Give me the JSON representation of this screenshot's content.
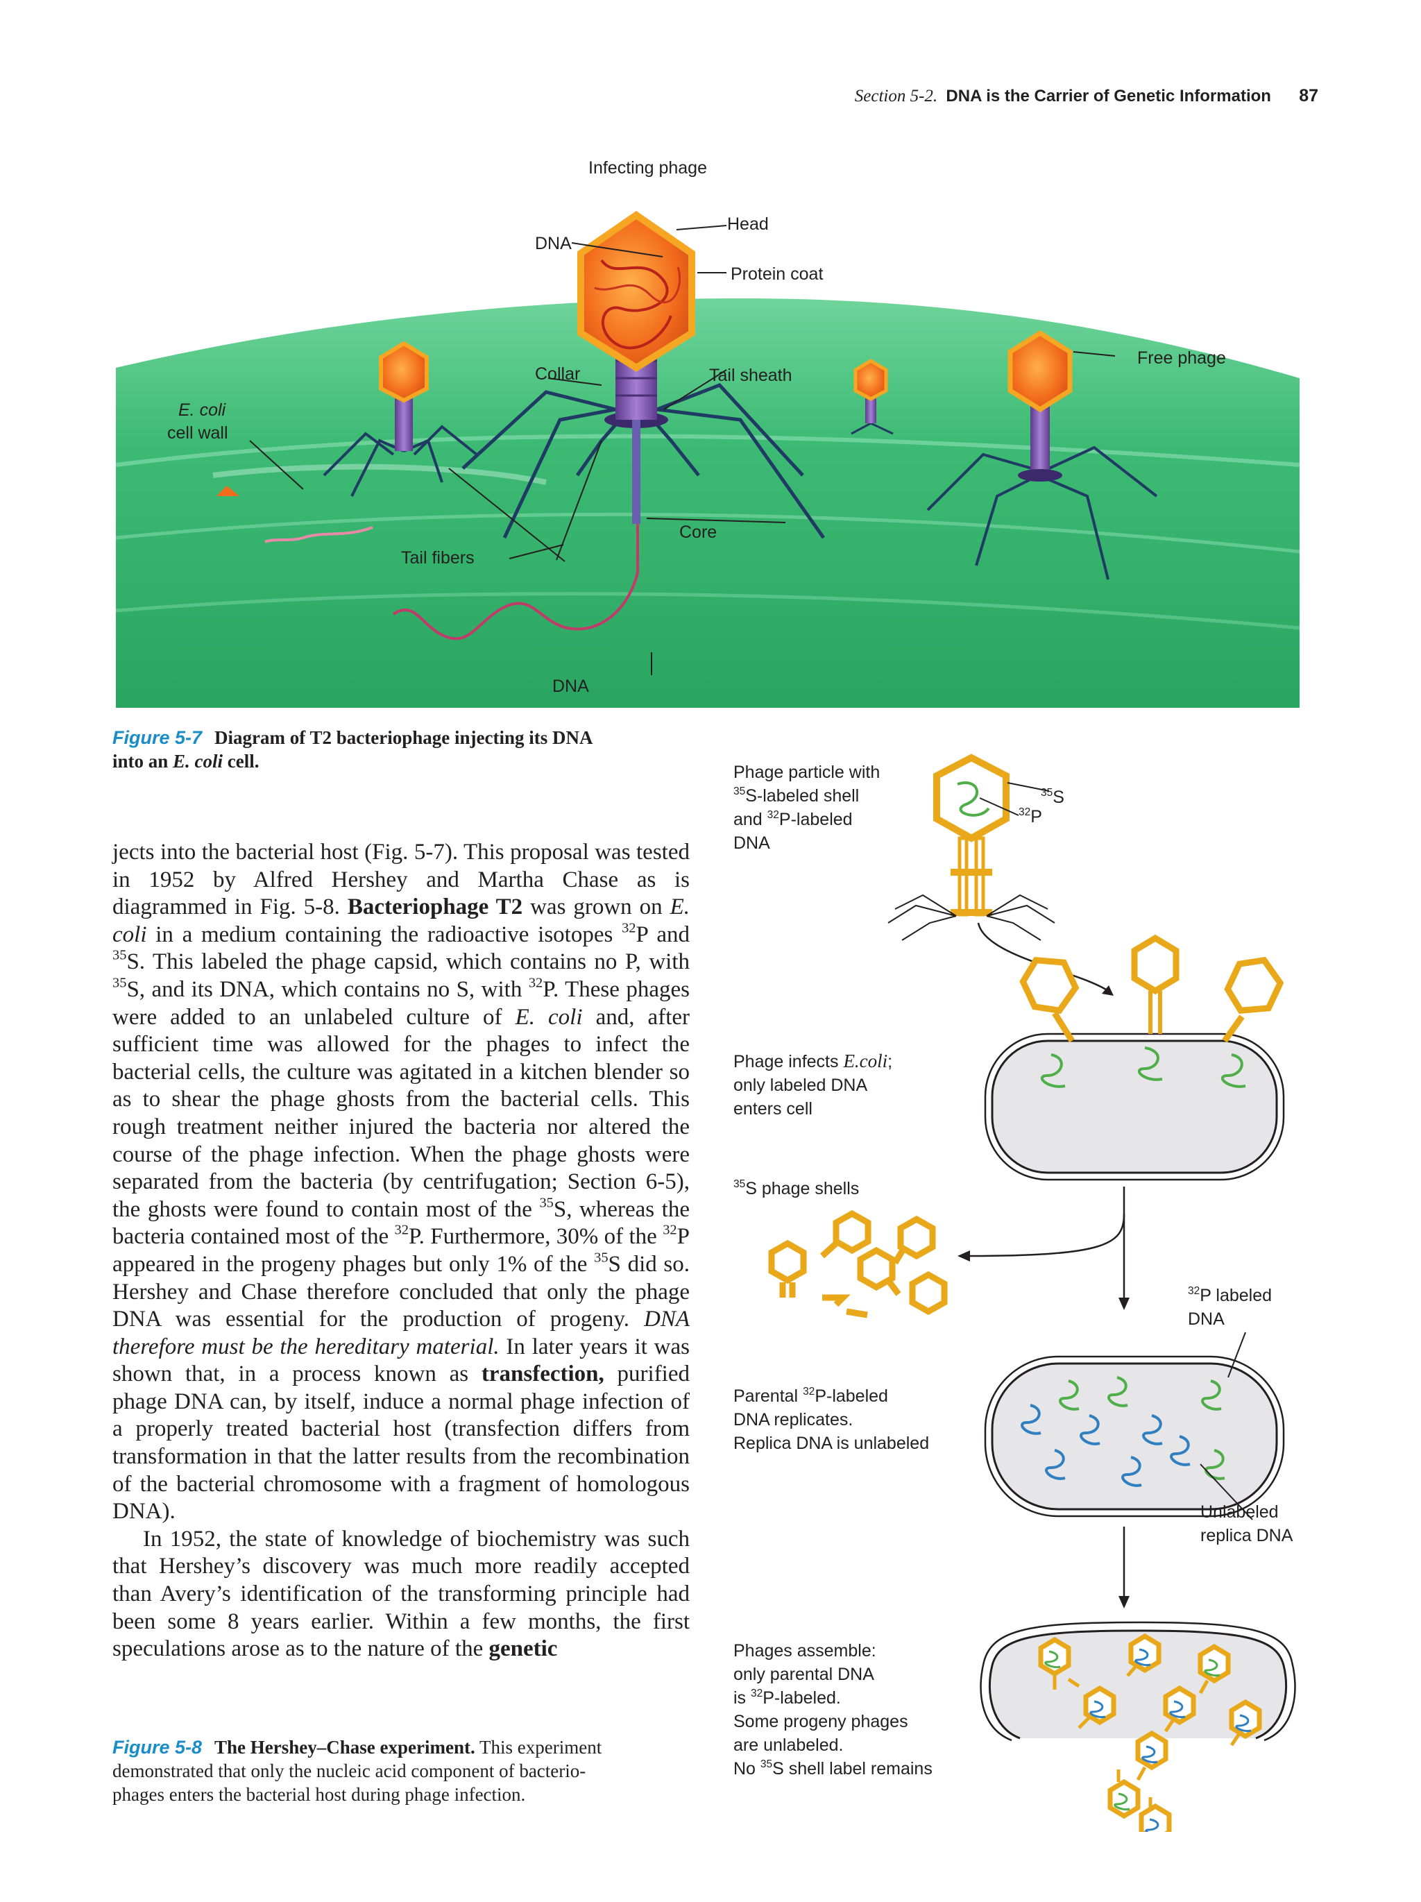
{
  "header": {
    "section": "Section 5-2.",
    "title": "DNA is the Carrier of Genetic Information",
    "page_number": "87"
  },
  "figure_5_7": {
    "labels": {
      "infecting_phage": "Infecting phage",
      "head": "Head",
      "dna_top": "DNA",
      "protein_coat": "Protein coat",
      "collar": "Collar",
      "tail_sheath": "Tail sheath",
      "free_phage": "Free phage",
      "ecoli_1": "E. coli",
      "ecoli_2": "cell wall",
      "core": "Core",
      "tail_fibers": "Tail fibers",
      "dna_bottom": "DNA"
    },
    "caption": {
      "number": "Figure 5-7",
      "text_1": "Diagram of T2 bacteriophage injecting its DNA",
      "text_2a": "into an ",
      "text_2b": "E. coli",
      "text_2c": " cell."
    }
  },
  "figure_5_8": {
    "step1": {
      "l1": "Phage particle with",
      "l2a": "35",
      "l2b": "S-labeled shell",
      "l3a": "and ",
      "l3b": "32",
      "l3c": "P-labeled",
      "l4": "DNA"
    },
    "marker_s": {
      "sup": "35",
      "el": "S"
    },
    "marker_p": {
      "sup": "32",
      "el": "P"
    },
    "step2": {
      "l1a": "Phage infects ",
      "l1b": "E.coli",
      "l1c": ";",
      "l2": "only labeled DNA",
      "l3": "enters cell"
    },
    "step3": {
      "sup": "35",
      "text": "S phage shells"
    },
    "label_32p": {
      "sup": "32",
      "l1": "P labeled",
      "l2": "DNA"
    },
    "step4": {
      "l1a": "Parental ",
      "sup": "32",
      "l1b": "P-labeled",
      "l2": "DNA replicates.",
      "l3": "Replica DNA is unlabeled"
    },
    "label_unlabeled": {
      "l1": "Unlabeled",
      "l2": "replica DNA"
    },
    "step5": {
      "l1": "Phages assemble:",
      "l2": "only parental DNA",
      "l3a": "is ",
      "l3sup": "32",
      "l3b": "P-labeled.",
      "l4": "Some progeny phages",
      "l5": "are unlabeled.",
      "l6a": "No ",
      "l6sup": "35",
      "l6b": "S shell label remains"
    },
    "caption": {
      "number": "Figure 5-8",
      "bold": "The Hershey–Chase experiment.",
      "t1": " This experiment",
      "t2": "demonstrated that only the nucleic acid component of bacterio-",
      "t3": "phages enters the bacterial host during phage infection."
    }
  },
  "body": {
    "p1_a": "jects into the bacterial host (Fig. 5-7). This proposal was tested in 1952 by Alfred Hershey and Martha Chase as is diagrammed in Fig. 5-8. ",
    "p1_b": "Bacteriophage T2",
    "p1_c": " was grown on ",
    "p1_d": "E. coli",
    "p1_e": " in a medium containing the radioactive isotopes ",
    "sup32": "32",
    "sup35": "35",
    "p1_f": "P and ",
    "p1_g": "S. This labeled the phage capsid, which contains no P, with ",
    "p1_h": "S, and its DNA, which contains no S, with ",
    "p1_i": "P. These phages were added to an unlabeled culture of ",
    "p1_j": "E. coli",
    "p1_k": " and, after sufficient time was allowed for the phages to infect the bacterial cells, the culture was agitated in a kitchen blender so as to shear the phage ghosts from the bacterial cells. This rough treatment neither injured the bacteria nor altered the course of the phage infection. When the phage ghosts were separated from the bacteria (by centrifugation; Section 6-5), the ghosts were found to contain most of the ",
    "p1_l": "S, whereas the bacteria contained most of the ",
    "p1_m": "P. Furthermore, 30% of the ",
    "p1_n": "P appeared in the progeny phages but only 1% of the ",
    "p1_o": "S did so. Hershey and Chase therefore concluded that only the phage DNA was essential for the production of progeny. ",
    "p1_p": "DNA therefore must be the hereditary material.",
    "p1_q": " In later years it was shown that, in a process known as ",
    "p1_r": "transfection,",
    "p1_s": " purified phage DNA can, by itself, induce a normal phage infection of a properly treated bacterial host (transfection differs from transformation in that the latter results from the recombination of the bacterial chromosome with a fragment of homologous DNA).",
    "p2_a": "In 1952, the state of knowledge of biochemistry was such that Hershey’s discovery was much more readily accepted than Avery’s identification of the transforming principle had been some 8 years earlier. Within a few months, the first speculations arose as to the nature of the ",
    "p2_b": "genetic"
  },
  "colors": {
    "figure_blue": "#1a8dc9",
    "cell_green": "#3fc07a",
    "phage_orange": "#f5831f",
    "phage_purple": "#7a4fa3",
    "shell_gold": "#e8a81a",
    "label_green": "#4fae4a",
    "replica_blue": "#2f7fc1"
  }
}
